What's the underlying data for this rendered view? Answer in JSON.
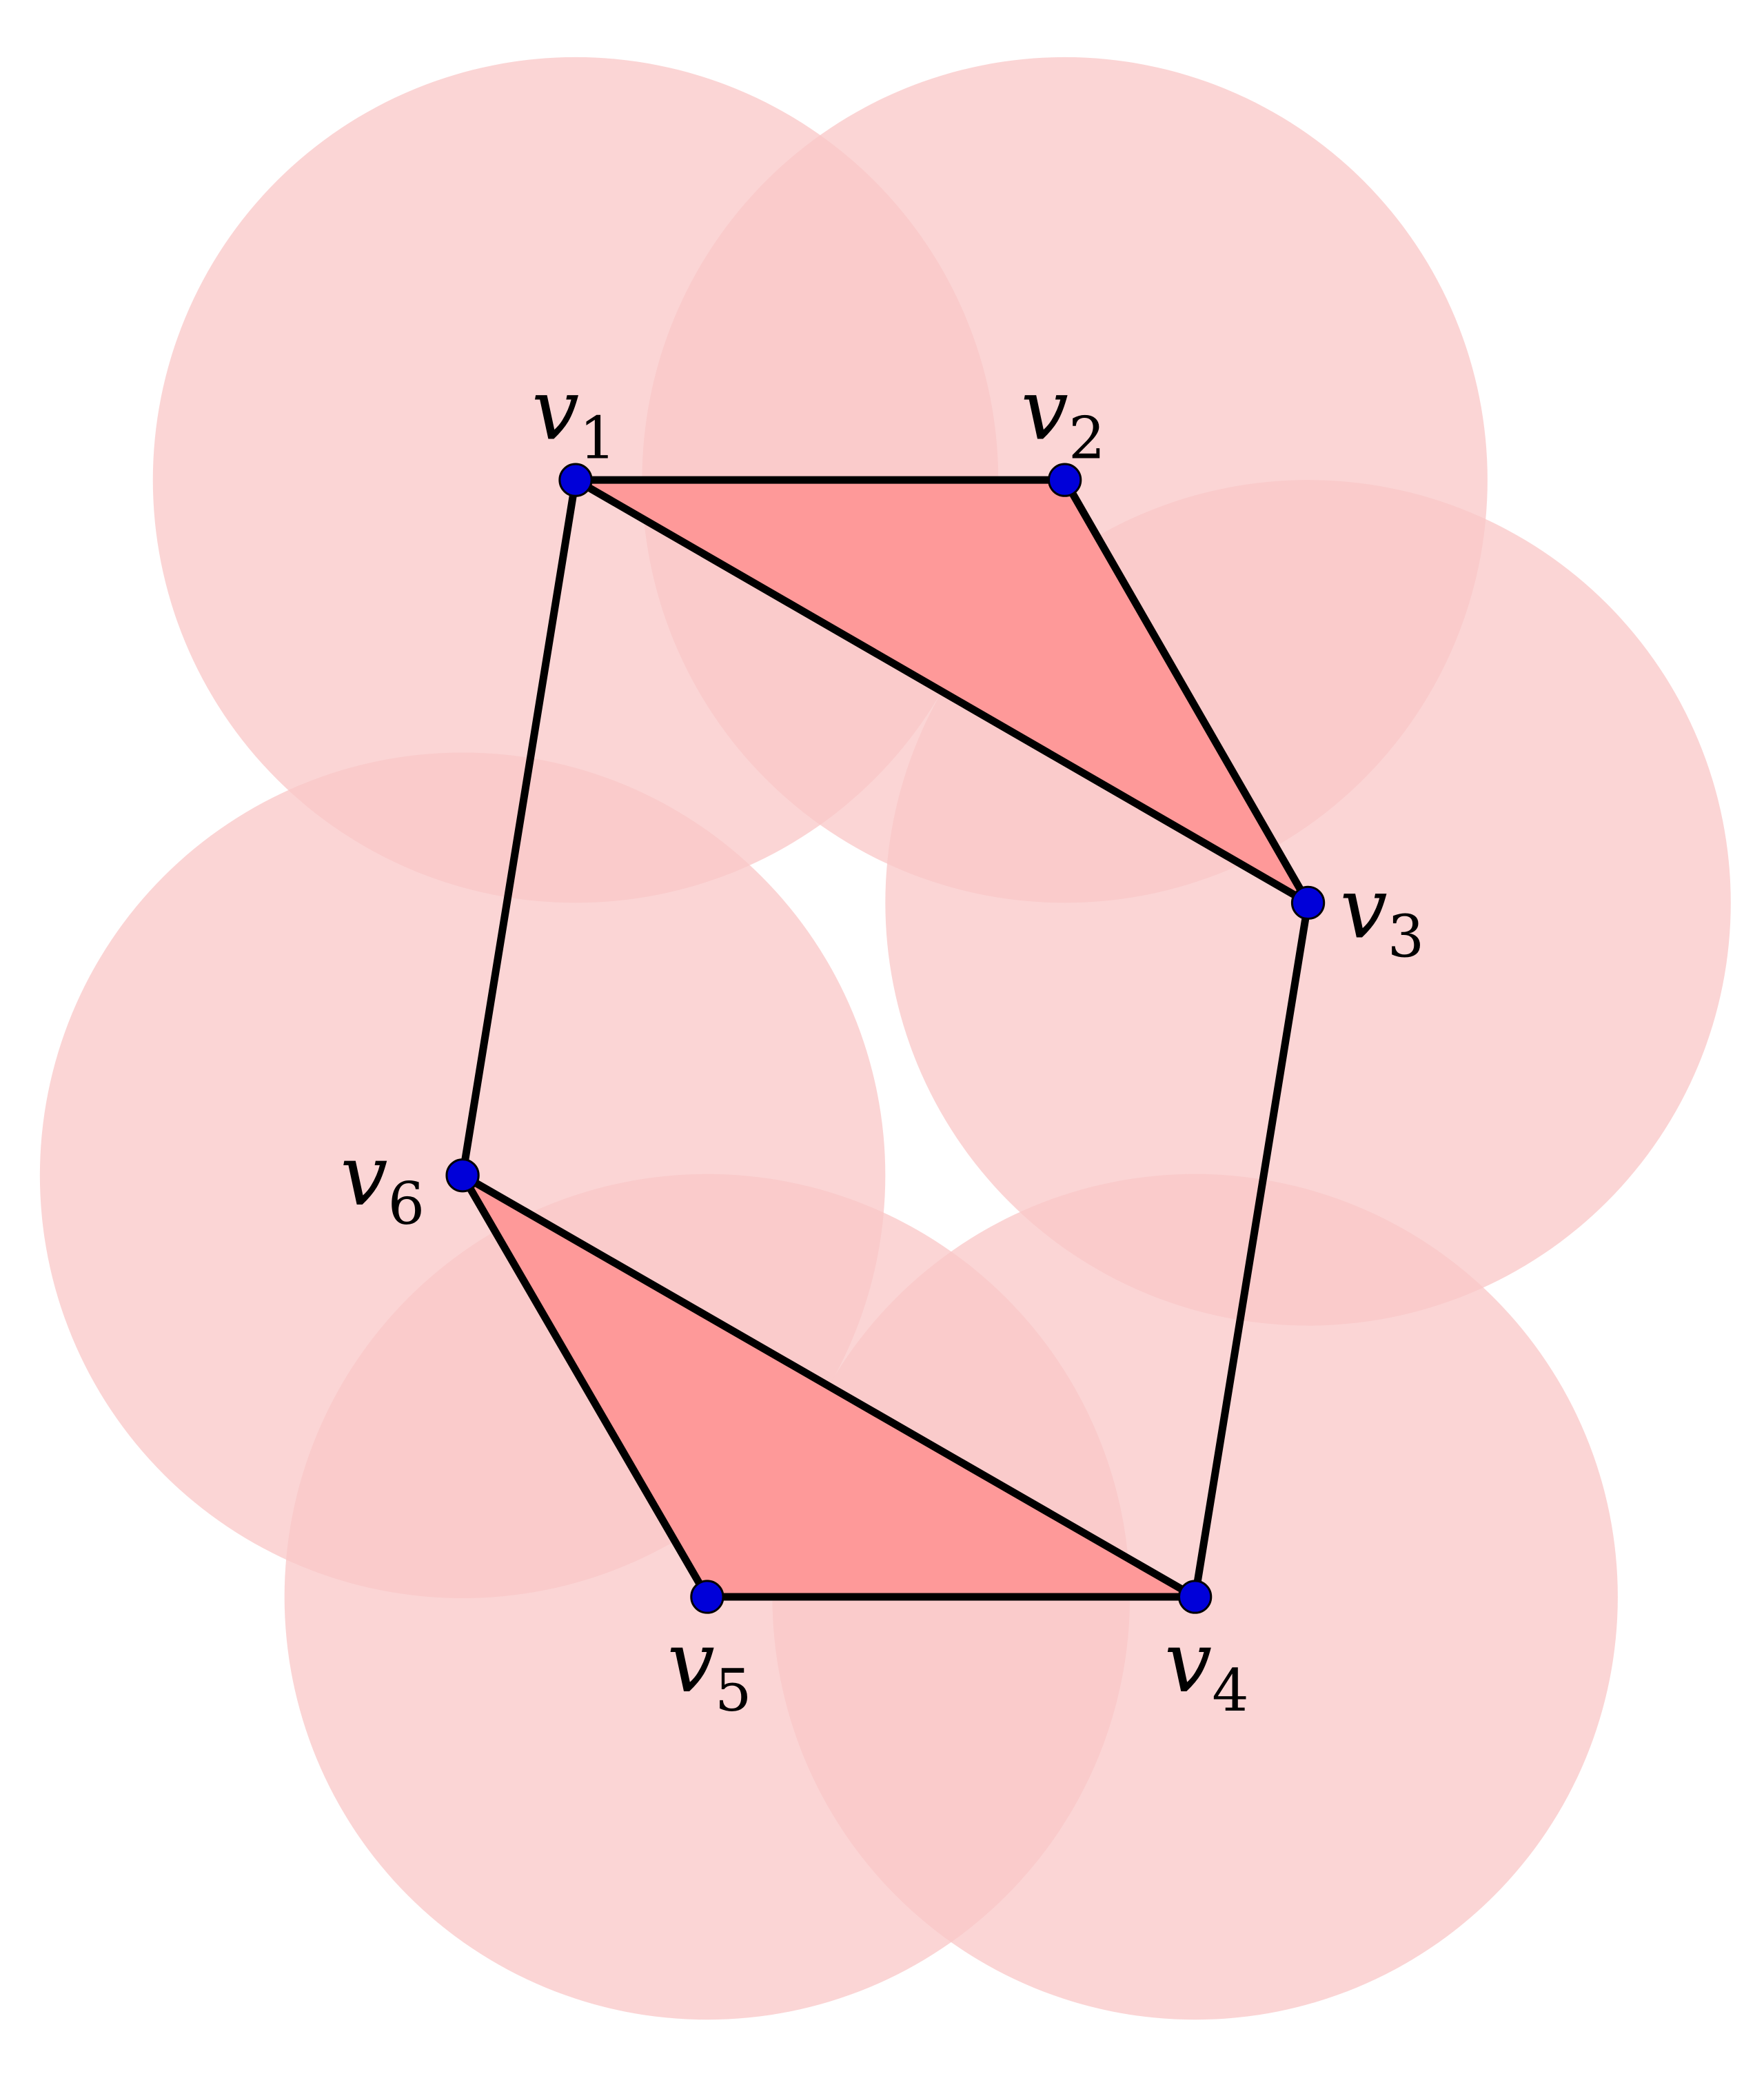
{
  "vertices": [
    {
      "id": "v1",
      "symbol": "v",
      "subscript": "1"
    },
    {
      "id": "v2",
      "symbol": "v",
      "subscript": "2"
    },
    {
      "id": "v3",
      "symbol": "v",
      "subscript": "3"
    },
    {
      "id": "v4",
      "symbol": "v",
      "subscript": "4"
    },
    {
      "id": "v5",
      "symbol": "v",
      "subscript": "5"
    },
    {
      "id": "v6",
      "symbol": "v",
      "subscript": "6"
    }
  ],
  "edges": [
    [
      "v1",
      "v2"
    ],
    [
      "v2",
      "v3"
    ],
    [
      "v3",
      "v4"
    ],
    [
      "v4",
      "v5"
    ],
    [
      "v5",
      "v6"
    ],
    [
      "v6",
      "v1"
    ],
    [
      "v1",
      "v3"
    ],
    [
      "v4",
      "v6"
    ]
  ],
  "filled_triangles": [
    [
      "v1",
      "v2",
      "v3"
    ],
    [
      "v4",
      "v5",
      "v6"
    ]
  ],
  "colors": {
    "disk": "#f9c7c7",
    "triangle": "#fe9999",
    "vertex": "#0000d9",
    "edge": "#000000"
  }
}
